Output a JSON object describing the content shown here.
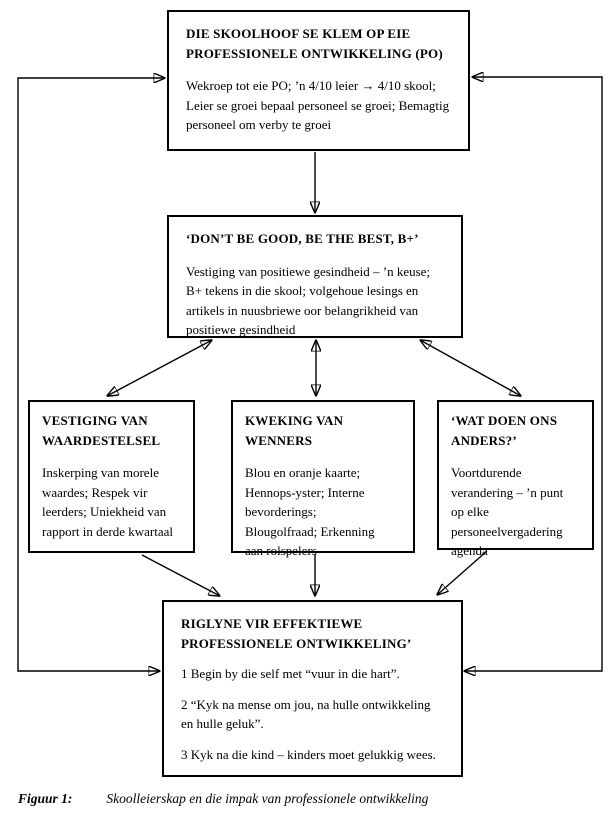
{
  "boxes": {
    "principal_po": {
      "title": "DIE SKOOLHOOF SE KLEM OP EIE\nPROFESSIONELE ONTWIKKELING (PO)",
      "body": "Wekroep tot eie PO; ’n 4/10 leier → 4/10 skool;\nLeier se groei bepaal personeel se groei; Bemagtig\npersoneel om verby te groei"
    },
    "be_the_best": {
      "title": "‘DON’T BE GOOD, BE THE BEST, B+’",
      "body": "Vestiging van positiewe gesindheid – ’n keuse;\nB+ tekens in die skool; volgehoue lesings en\nartikels in nuusbriewe oor belangrikheid van\npositiewe gesindheid"
    },
    "waardestelsel": {
      "title": "VESTIGING VAN\nWAARDESTELSEL",
      "body": "Inskerping van morele\nwaardes; Respek vir\nleerders; Uniekheid van\nrapport in derde kwartaal"
    },
    "wenners": {
      "title": "KWEKING VAN\nWENNERS",
      "body": "Blou en oranje kaarte;\nHennops-yster; Interne\nbevorderings;\nBlougolfraad; Erkenning\naan rolspelers"
    },
    "anders": {
      "title": "‘WAT DOEN ONS\nANDERS?’",
      "body": "Voortdurende\nverandering – ’n punt\nop elke\npersoneelvergadering\nagenda"
    },
    "riglyne": {
      "title": "RIGLYNE VIR EFFEKTIEWE\nPROFESSIONELE ONTWIKKELING’",
      "items": [
        "1 Begin by die self met “vuur in die hart”.",
        "2 “Kyk na mense om jou, na hulle ontwikkeling\nen hulle geluk”.",
        "3 Kyk na die kind – kinders moet gelukkig wees."
      ]
    }
  },
  "caption": {
    "label": "Figuur 1:",
    "text": "Skoolleierskap en die impak van professionele ontwikkeling"
  }
}
